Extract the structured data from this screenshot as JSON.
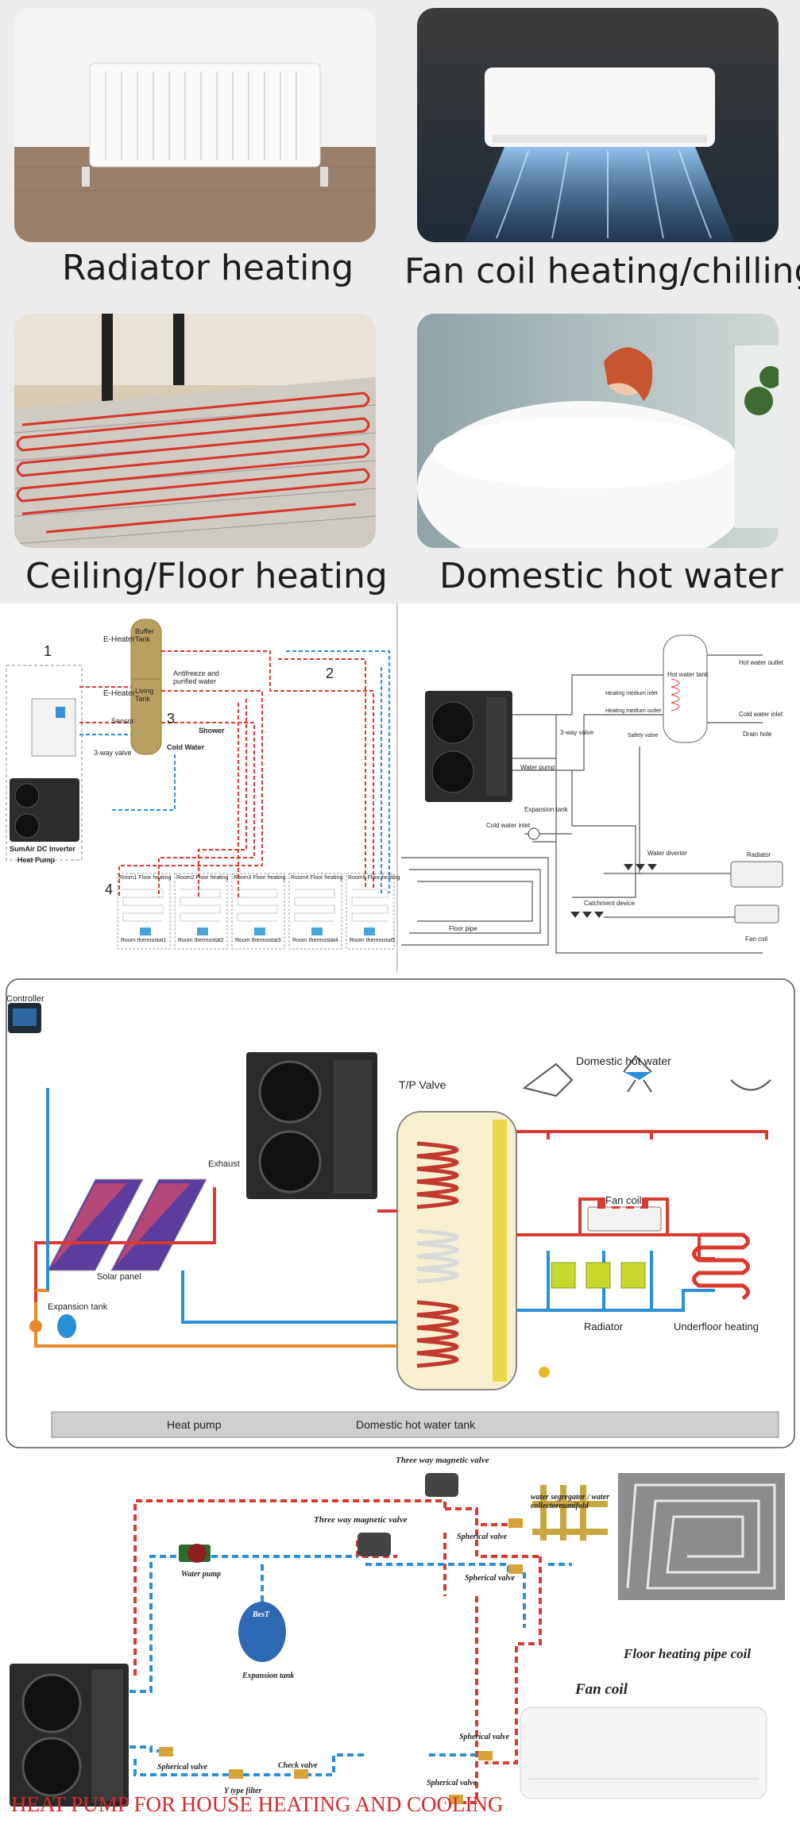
{
  "photos": {
    "radiator": "Radiator heating",
    "fancoil": "Fan coil heating/chilling",
    "floor": "Ceiling/Floor heating",
    "hotwater": "Domestic hot water"
  },
  "diagram1": {
    "left": {
      "num1": "1",
      "num2": "2",
      "num3": "3",
      "num4": "4",
      "e_heater_top": "E-Heater",
      "e_heater_mid": "E-Heater",
      "buffer_tank": "Buffer Tank",
      "living_tank": "Living Tank",
      "antifreeze": "Antifreeze and purified water",
      "sensor": "Sensor",
      "three_way": "3-way valve",
      "cold_water": "Cold Water",
      "shower": "Shower",
      "unit_name": "SumAir DC Inverter",
      "unit_sub": "Heat Pump",
      "rooms": [
        "Room1 Floor heating",
        "Room2 Floor heating",
        "Room3 Floor heating",
        "Room4 Floor heating",
        "Room5 Floor heating"
      ],
      "thermostats": [
        "Room thermostat1",
        "Room thermostat2",
        "Room thermostat3",
        "Room thermostat4",
        "Room thermostat5"
      ]
    },
    "right": {
      "hot_water_tank": "Hot water tank",
      "hot_water_outlet": "Hot water outlet",
      "cold_water_inlet": "Cold water inlet",
      "drain_hole": "Drain hole",
      "heating_medium_inlet": "Heating medium inlet",
      "heating_medium_outlet": "Heating medium outlet",
      "safety_valve": "Safety valve",
      "three_way": "3-way valve",
      "water_pump": "Water pump",
      "expansion_tank": "Expansion tank",
      "cold_water_inlet2": "Cold water inlet",
      "water_diverter": "Water diverter",
      "radiator": "Radiator",
      "catchment": "Catchment device",
      "floor_pipe": "Floor pipe",
      "fan_coil": "Fan coil"
    }
  },
  "diagram2": {
    "controller": "Controller",
    "tp_valve": "T/P Valve",
    "domestic_hot_water": "Domestic hot water",
    "exhaust": "Exhaust",
    "fan_coil": "Fan coil",
    "solar_panel": "Solar panel",
    "expansion_tank": "Expansion tank",
    "radiator": "Radiator",
    "underfloor": "Underfloor heating",
    "heat_pump": "Heat pump",
    "dhw_tank": "Domestic hot water tank"
  },
  "diagram3": {
    "three_way_top": "Three way magnetic valve",
    "three_way_mid": "Three way magnetic valve",
    "segregator": "water segregator / water collectormanifold",
    "spherical1": "Spherical valve",
    "spherical2": "Spherical valve",
    "water_pump": "Water pump",
    "expansion_tank": "Expansion tank",
    "floor_coil": "Floor heating pipe coil",
    "fan_coil": "Fan coil",
    "spherical3": "Spherical valve",
    "spherical4": "Spherical valve",
    "spherical5": "Spherical valve",
    "y_filter": "Y type filter",
    "check_valve": "Check valve",
    "tank_brand": "BesT",
    "title": "HEAT PUMP FOR HOUSE HEATING AND COOLING"
  },
  "colors": {
    "hot_pipe": "#d93a2f",
    "cold_pipe": "#2a8fd6",
    "title_red": "#d42a2a",
    "caption": "#1d1d1d"
  }
}
